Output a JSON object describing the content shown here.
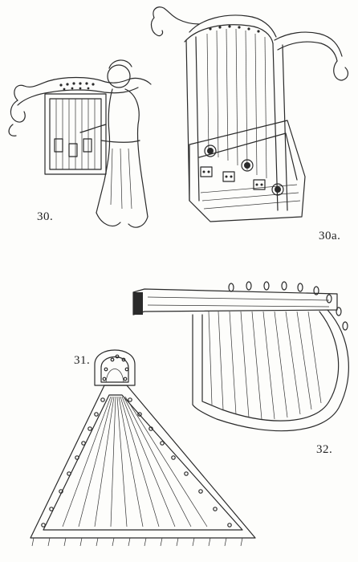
{
  "plate": {
    "figures": [
      {
        "id": "fig-30",
        "label": "30."
      },
      {
        "id": "fig-30a",
        "label": "30a."
      },
      {
        "id": "fig-31",
        "label": "31."
      },
      {
        "id": "fig-32",
        "label": "32."
      }
    ]
  }
}
